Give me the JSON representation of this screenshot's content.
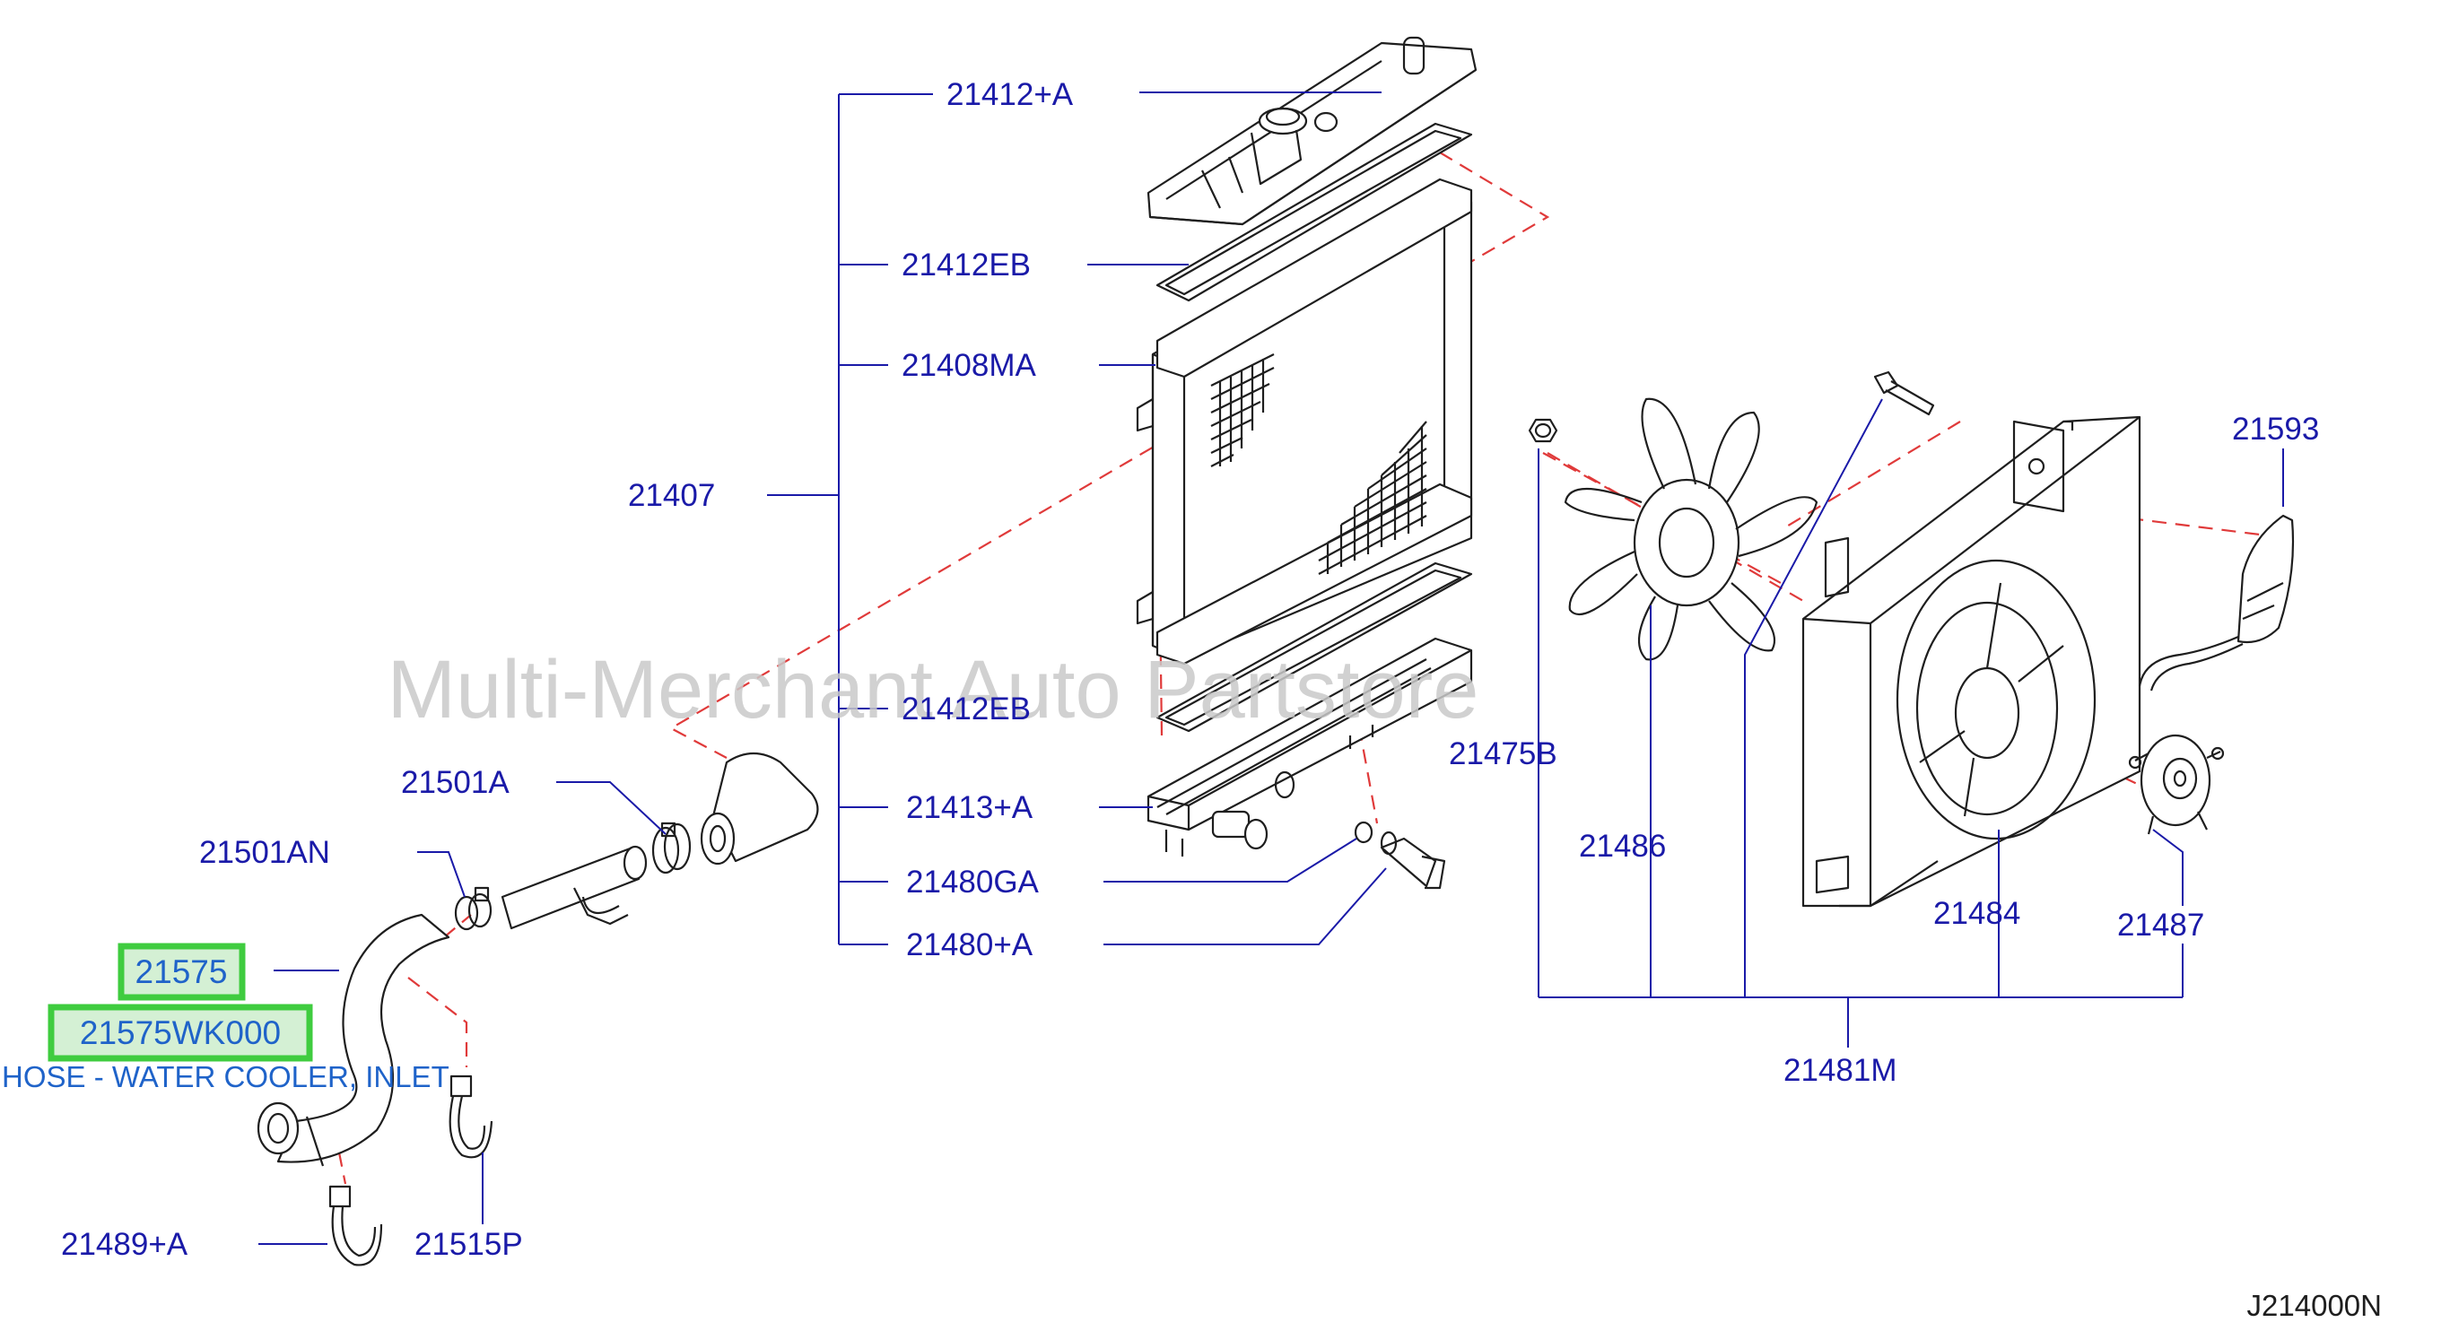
{
  "watermark": "Multi-Merchant Auto Partstore",
  "diagram_code": "J214000N",
  "highlight": {
    "part_no": "21575",
    "full_part_no": "21575WK000",
    "description": "HOSE - WATER COOLER, INLET"
  },
  "labels": {
    "p21412A": "21412+A",
    "p21412EB_top": "21412EB",
    "p21408MA": "21408MA",
    "p21407": "21407",
    "p21412EB_bottom": "21412EB",
    "p21413A": "21413+A",
    "p21480GA": "21480GA",
    "p21480A": "21480+A",
    "p21501A": "21501A",
    "p21501AN": "21501AN",
    "p21489A": "21489+A",
    "p21515P": "21515P",
    "p21475B": "21475B",
    "p21486": "21486",
    "p21484": "21484",
    "p21487": "21487",
    "p21593": "21593",
    "p21481M": "21481M"
  },
  "colors": {
    "label": "#1a1aa8",
    "leader": "#1a1aa8",
    "line_art": "#1e1e1e",
    "dash": "#e03a3a",
    "highlight_border": "#3fcc3f",
    "highlight_fill": "#d4f0d4",
    "highlight_text": "#1f63c9",
    "watermark": "#c9c9c9"
  }
}
